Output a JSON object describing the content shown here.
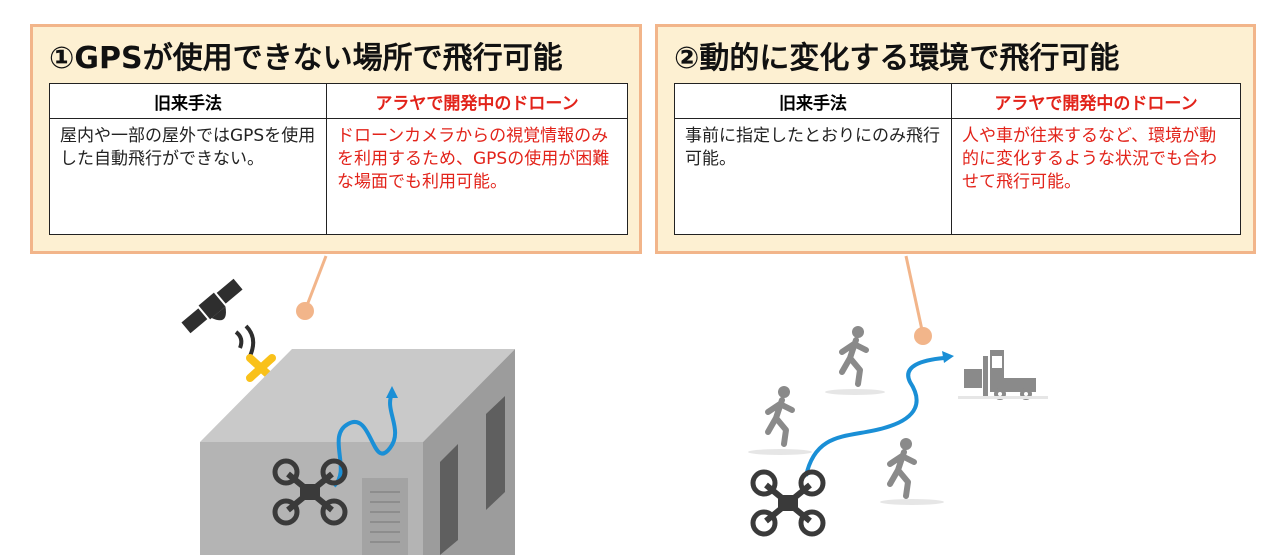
{
  "panels": [
    {
      "title": "①GPSが使用できない場所で飛行可能",
      "headers": {
        "conventional": "旧来手法",
        "araya": "アラヤで開発中のドローン"
      },
      "cells": {
        "conventional": "屋内や一部の屋外ではGPSを使用した自動飛行ができない。",
        "araya": "ドローンカメラからの視覚情報のみを利用するため、GPSの使用が困難な場面でも利用可能。"
      }
    },
    {
      "title": "②動的に変化する環境で飛行可能",
      "headers": {
        "conventional": "旧来手法",
        "araya": "アラヤで開発中のドローン"
      },
      "cells": {
        "conventional": "事前に指定したとおりにのみ飛行可能。",
        "araya": "人や車が往来するなど、環境が動的に変化するような状況でも合わせて飛行可能。"
      }
    }
  ],
  "colors": {
    "panel_fill": "#fdf0d2",
    "panel_border": "#f2b58a",
    "callout": "#f2b58a",
    "highlight_red": "#e2231a",
    "flight_path": "#1a8fd6",
    "no_signal_mark": "#f9c11a",
    "drone": "#3a3a3a",
    "people": "#8a8a8a"
  },
  "icons": {
    "left": [
      "satellite-icon",
      "signal-waves-icon",
      "no-signal-cross-icon",
      "building-icon",
      "drone-icon",
      "flight-path-arrow-icon"
    ],
    "right": [
      "drone-icon",
      "flight-path-arrow-icon",
      "walking-person-icon",
      "forklift-icon"
    ]
  }
}
